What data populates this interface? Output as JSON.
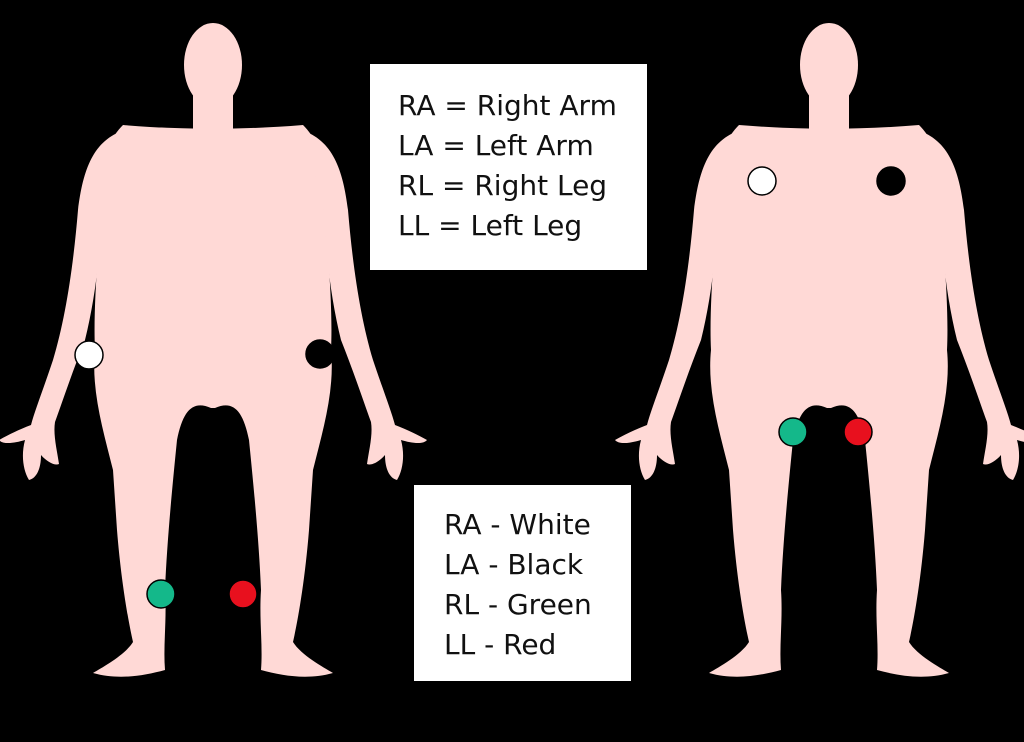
{
  "abbreviations": [
    {
      "code": "RA",
      "sep": "=",
      "meaning": "Right Arm"
    },
    {
      "code": "LA",
      "sep": "=",
      "meaning": "Left Arm"
    },
    {
      "code": "RL",
      "sep": "=",
      "meaning": "Right Leg"
    },
    {
      "code": "LL",
      "sep": "=",
      "meaning": "Left Leg"
    }
  ],
  "color_key": [
    {
      "code": "RA",
      "sep": "-",
      "color_name": "White"
    },
    {
      "code": "LA",
      "sep": "-",
      "color_name": "Black"
    },
    {
      "code": "RL",
      "sep": "-",
      "color_name": "Green"
    },
    {
      "code": "LL",
      "sep": "-",
      "color_name": "Red"
    }
  ],
  "colors": {
    "background": "#000000",
    "body": "#ffd9d6",
    "RA": "#ffffff",
    "LA": "#000000",
    "RL": "#14b88a",
    "LL": "#e8101e"
  },
  "figures": [
    {
      "name": "limb-placement",
      "electrodes": [
        "RA",
        "LA",
        "RL",
        "LL"
      ]
    },
    {
      "name": "torso-placement",
      "electrodes": [
        "RA",
        "LA",
        "RL",
        "LL"
      ]
    }
  ]
}
